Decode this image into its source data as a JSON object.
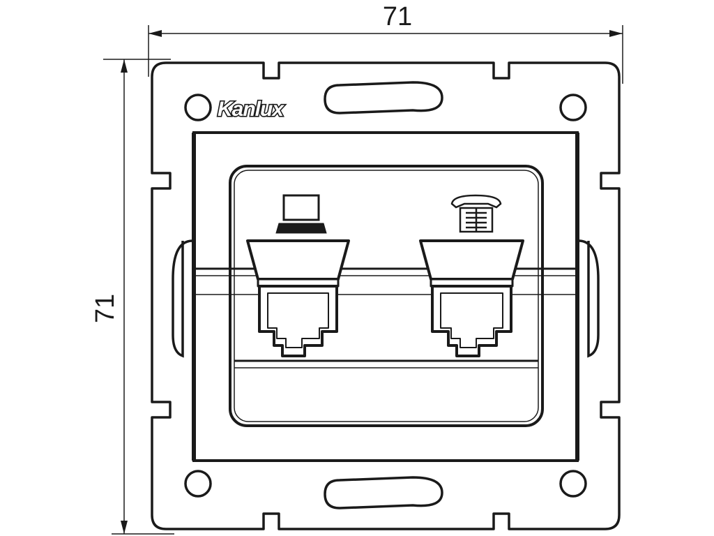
{
  "dimensions": {
    "width_label": "71",
    "height_label": "71"
  },
  "brand": {
    "logo_text": "Kanlux"
  },
  "sockets": [
    {
      "icon": "laptop-icon"
    },
    {
      "icon": "telephone-icon"
    }
  ],
  "colors": {
    "line": "#1a1a1a",
    "background": "#ffffff"
  }
}
